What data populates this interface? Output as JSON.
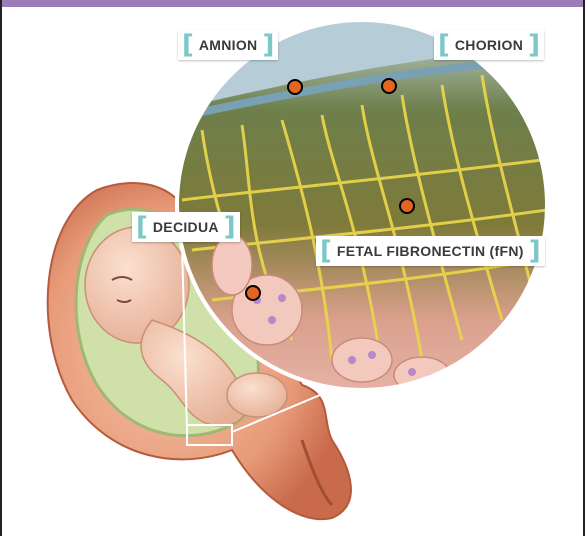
{
  "header": {
    "accent_color": "#9b7bb8"
  },
  "labels": {
    "amnion": "AMNION",
    "chorion": "CHORION",
    "decidua": "DECIDUA",
    "fetal_fibronectin": "FETAL FIBRONECTIN (fFN)"
  },
  "colors": {
    "bracket": "#7cc7c7",
    "fibers": "#e8d44a",
    "marker": "#e2661f",
    "uterus": "#e7a07f"
  }
}
